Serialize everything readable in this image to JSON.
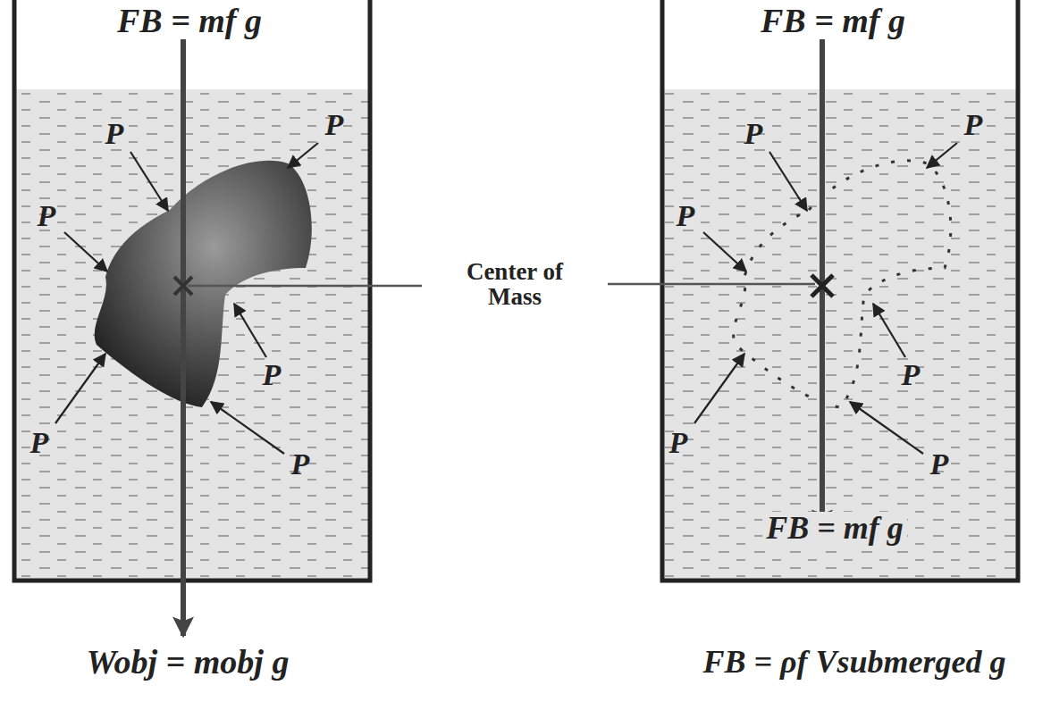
{
  "diagram": {
    "labels": [
      "FB = mf g",
      "P",
      "P",
      "P",
      "P",
      "P",
      "P",
      "Wobj = mobj g",
      "Center of Mass",
      "FB = mf g",
      "P",
      "P",
      "P",
      "P",
      "P",
      "P",
      "FB = mf g",
      "FB = ρf Vsubmerged g"
    ]
  }
}
